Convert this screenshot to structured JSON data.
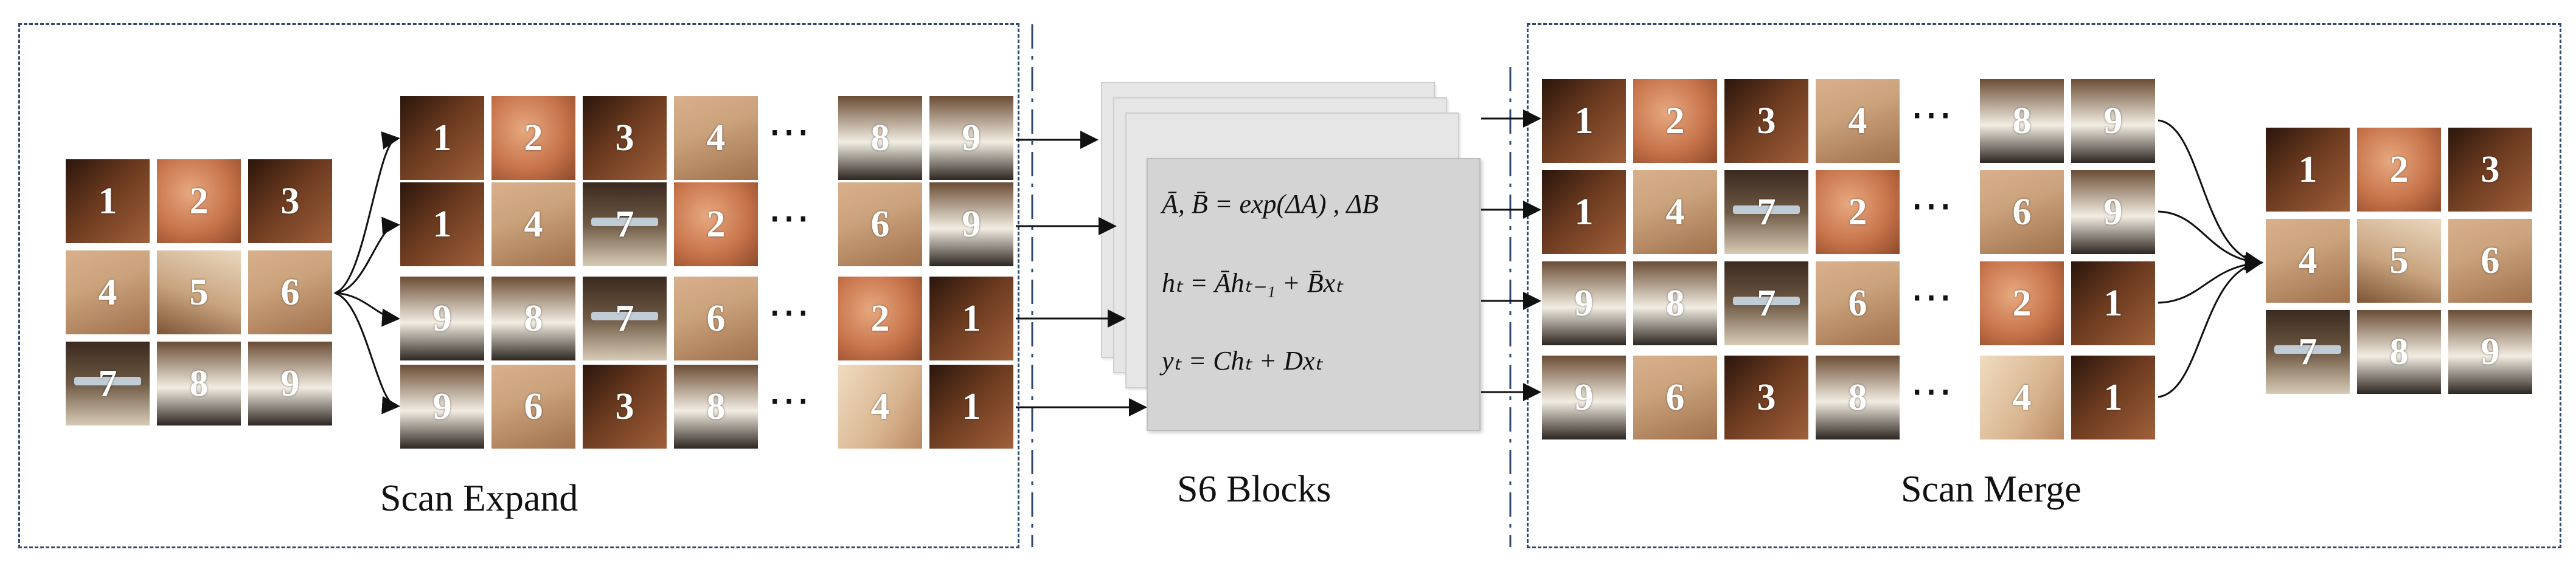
{
  "labels": {
    "scan_expand": "Scan Expand",
    "s6_blocks": "S6 Blocks",
    "scan_merge": "Scan Merge",
    "ellipsis": "⋯"
  },
  "equations": {
    "eq1": "Ā, B̄ = exp(ΔA) , ΔB",
    "eq2": "hₜ = Āhₜ₋₁ + B̄xₜ",
    "eq3": "yₜ = Chₜ + Dxₜ"
  },
  "input_grid": [
    "1",
    "2",
    "3",
    "4",
    "5",
    "6",
    "7",
    "8",
    "9"
  ],
  "expand_rows": [
    [
      "1",
      "2",
      "3",
      "4",
      "8",
      "9"
    ],
    [
      "1",
      "4",
      "7",
      "2",
      "6",
      "9"
    ],
    [
      "9",
      "8",
      "7",
      "6",
      "2",
      "1"
    ],
    [
      "9",
      "6",
      "3",
      "8",
      "4",
      "1"
    ]
  ],
  "merge_rows": [
    [
      "1",
      "2",
      "3",
      "4",
      "8",
      "9"
    ],
    [
      "1",
      "4",
      "7",
      "2",
      "6",
      "9"
    ],
    [
      "9",
      "8",
      "7",
      "6",
      "2",
      "1"
    ],
    [
      "9",
      "6",
      "3",
      "8",
      "4",
      "1"
    ]
  ],
  "output_grid": [
    "1",
    "2",
    "3",
    "4",
    "5",
    "6",
    "7",
    "8",
    "9"
  ]
}
